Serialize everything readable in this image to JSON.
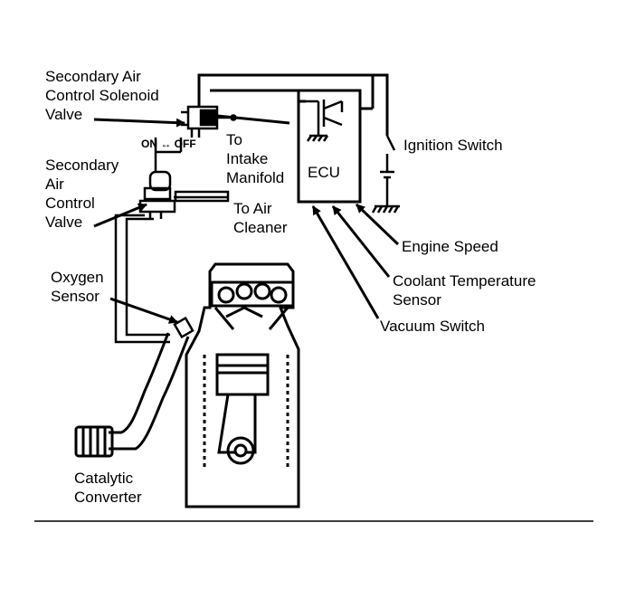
{
  "labels": {
    "solenoid": [
      "Secondary Air",
      "Control Solenoid",
      "Valve"
    ],
    "on_off": "ON ↔ OFF",
    "intake": [
      "To",
      "Intake",
      "Manifold"
    ],
    "ecu": "ECU",
    "ignition_switch": "Ignition Switch",
    "control_valve": [
      "Secondary",
      "Air",
      "Control",
      "Valve"
    ],
    "air_cleaner": [
      "To Air",
      "Cleaner"
    ],
    "engine_speed": "Engine Speed",
    "coolant_sensor": [
      "Coolant Temperature",
      "Sensor"
    ],
    "vacuum_switch": "Vacuum Switch",
    "oxygen_sensor": [
      "Oxygen",
      "Sensor"
    ],
    "catalytic_converter": [
      "Catalytic",
      "Converter"
    ]
  }
}
